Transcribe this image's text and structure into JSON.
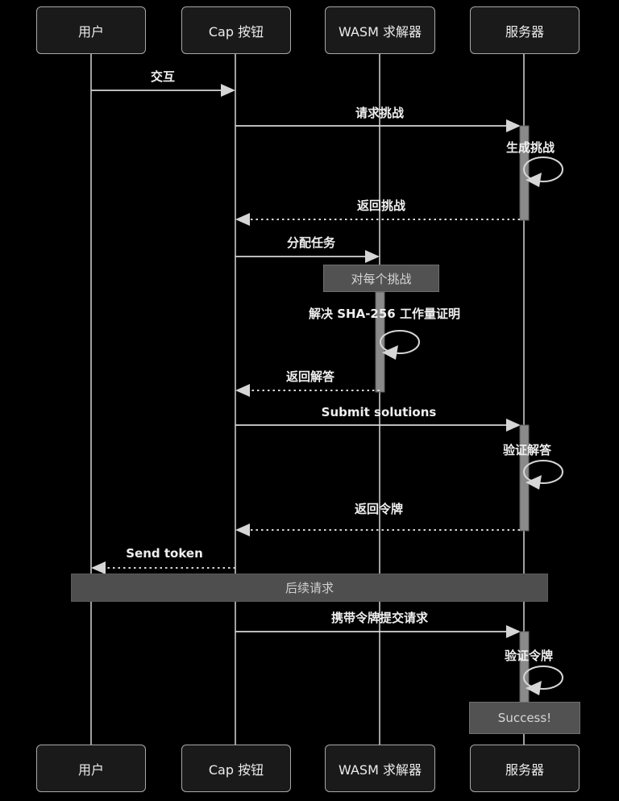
{
  "diagram": {
    "type": "sequence-diagram",
    "theme": {
      "background": "#000000",
      "actor_fill": "#1a1a1a",
      "actor_border": "#a8a8a8",
      "note_fill": "#525252",
      "divider_fill": "#4e4e4e",
      "line_color": "#d6d6d6",
      "activation_fill": "#8a8a8a",
      "text_color": "#efefef"
    },
    "actors": [
      {
        "label": "用户"
      },
      {
        "label": "Cap 按钮"
      },
      {
        "label": "WASM 求解器"
      },
      {
        "label": "服务器"
      }
    ],
    "messages": [
      {
        "label": "交互",
        "from": "用户",
        "to": "Cap 按钮",
        "style": "solid"
      },
      {
        "label": "请求挑战",
        "from": "Cap 按钮",
        "to": "服务器",
        "style": "solid"
      },
      {
        "label": "生成挑战",
        "from": "服务器",
        "to": "服务器",
        "style": "self-loop"
      },
      {
        "label": "返回挑战",
        "from": "服务器",
        "to": "Cap 按钮",
        "style": "dashed"
      },
      {
        "label": "分配任务",
        "from": "Cap 按钮",
        "to": "WASM 求解器",
        "style": "solid"
      },
      {
        "label": "解决 SHA-256 工作量证明",
        "from": "WASM 求解器",
        "to": "WASM 求解器",
        "style": "self-loop"
      },
      {
        "label": "返回解答",
        "from": "WASM 求解器",
        "to": "Cap 按钮",
        "style": "dashed"
      },
      {
        "label": "Submit solutions",
        "from": "Cap 按钮",
        "to": "服务器",
        "style": "solid"
      },
      {
        "label": "验证解答",
        "from": "服务器",
        "to": "服务器",
        "style": "self-loop"
      },
      {
        "label": "返回令牌",
        "from": "服务器",
        "to": "Cap 按钮",
        "style": "dashed"
      },
      {
        "label": "Send token",
        "from": "Cap 按钮",
        "to": "用户",
        "style": "dashed"
      },
      {
        "label": "携带令牌提交请求",
        "from": "Cap 按钮",
        "to": "服务器",
        "style": "solid"
      },
      {
        "label": "验证令牌",
        "from": "服务器",
        "to": "服务器",
        "style": "self-loop"
      }
    ],
    "notes": [
      {
        "label": "对每个挑战",
        "over": "WASM 求解器"
      },
      {
        "label": "Success!",
        "over": "服务器"
      }
    ],
    "divider": {
      "label": "后续请求"
    }
  }
}
